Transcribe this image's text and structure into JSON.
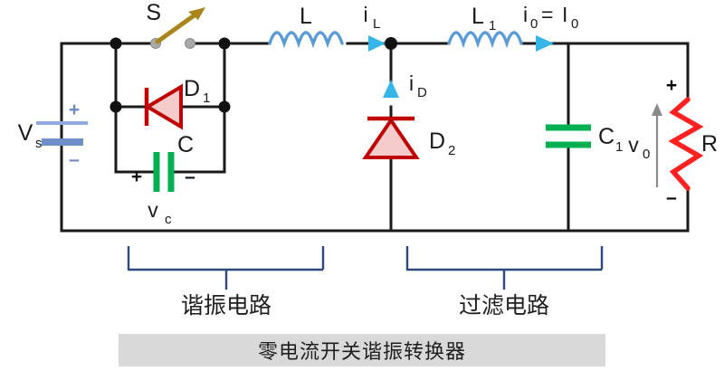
{
  "diagram": {
    "title": "零电流开关谐振转换器",
    "type": "circuit-schematic",
    "components": {
      "source": {
        "label": "V",
        "subscript": "s",
        "plus": "+",
        "minus": "–",
        "name": "dc-voltage-source"
      },
      "switch": {
        "label": "S",
        "name": "switch"
      },
      "diode1": {
        "label": "D",
        "subscript": "1",
        "name": "diode"
      },
      "diode2": {
        "label": "D",
        "subscript": "2",
        "name": "diode"
      },
      "capacitor_c": {
        "label": "C",
        "plus": "+",
        "minus": "–",
        "voltage_label": "v",
        "voltage_subscript": "c",
        "name": "resonant-capacitor"
      },
      "inductor_l": {
        "label": "L",
        "name": "resonant-inductor"
      },
      "inductor_l1": {
        "label": "L",
        "subscript": "1",
        "name": "filter-inductor"
      },
      "capacitor_c1": {
        "label": "C",
        "subscript": "1",
        "name": "filter-capacitor"
      },
      "resistor": {
        "label": "R",
        "plus": "+",
        "minus": "–",
        "voltage_label": "v",
        "voltage_subscript": "0",
        "name": "load-resistor"
      }
    },
    "currents": {
      "i_l": {
        "label": "i",
        "subscript": "L"
      },
      "i_d": {
        "label": "i",
        "subscript": "D"
      },
      "i_o": {
        "label": "i",
        "subscript": "0",
        "equals": "=",
        "label2": "I",
        "subscript2": "0"
      }
    },
    "sections": [
      {
        "label": "谐振电路",
        "name": "resonant-circuit-section"
      },
      {
        "label": "过滤电路",
        "name": "filter-circuit-section"
      }
    ],
    "colors": {
      "wire": "#1a1a1a",
      "inductor": "#5b9bd5",
      "diode_outline": "#c00000",
      "diode_fill": "#f6cccb",
      "capacitor": "#00b050",
      "resistor": "#ff2020",
      "switch": "#a9851b",
      "source": "#8faadc",
      "current_arrow": "#35b5e8",
      "bracket": "#2e4a7d",
      "caption_bg": "#d9d9d9"
    }
  }
}
